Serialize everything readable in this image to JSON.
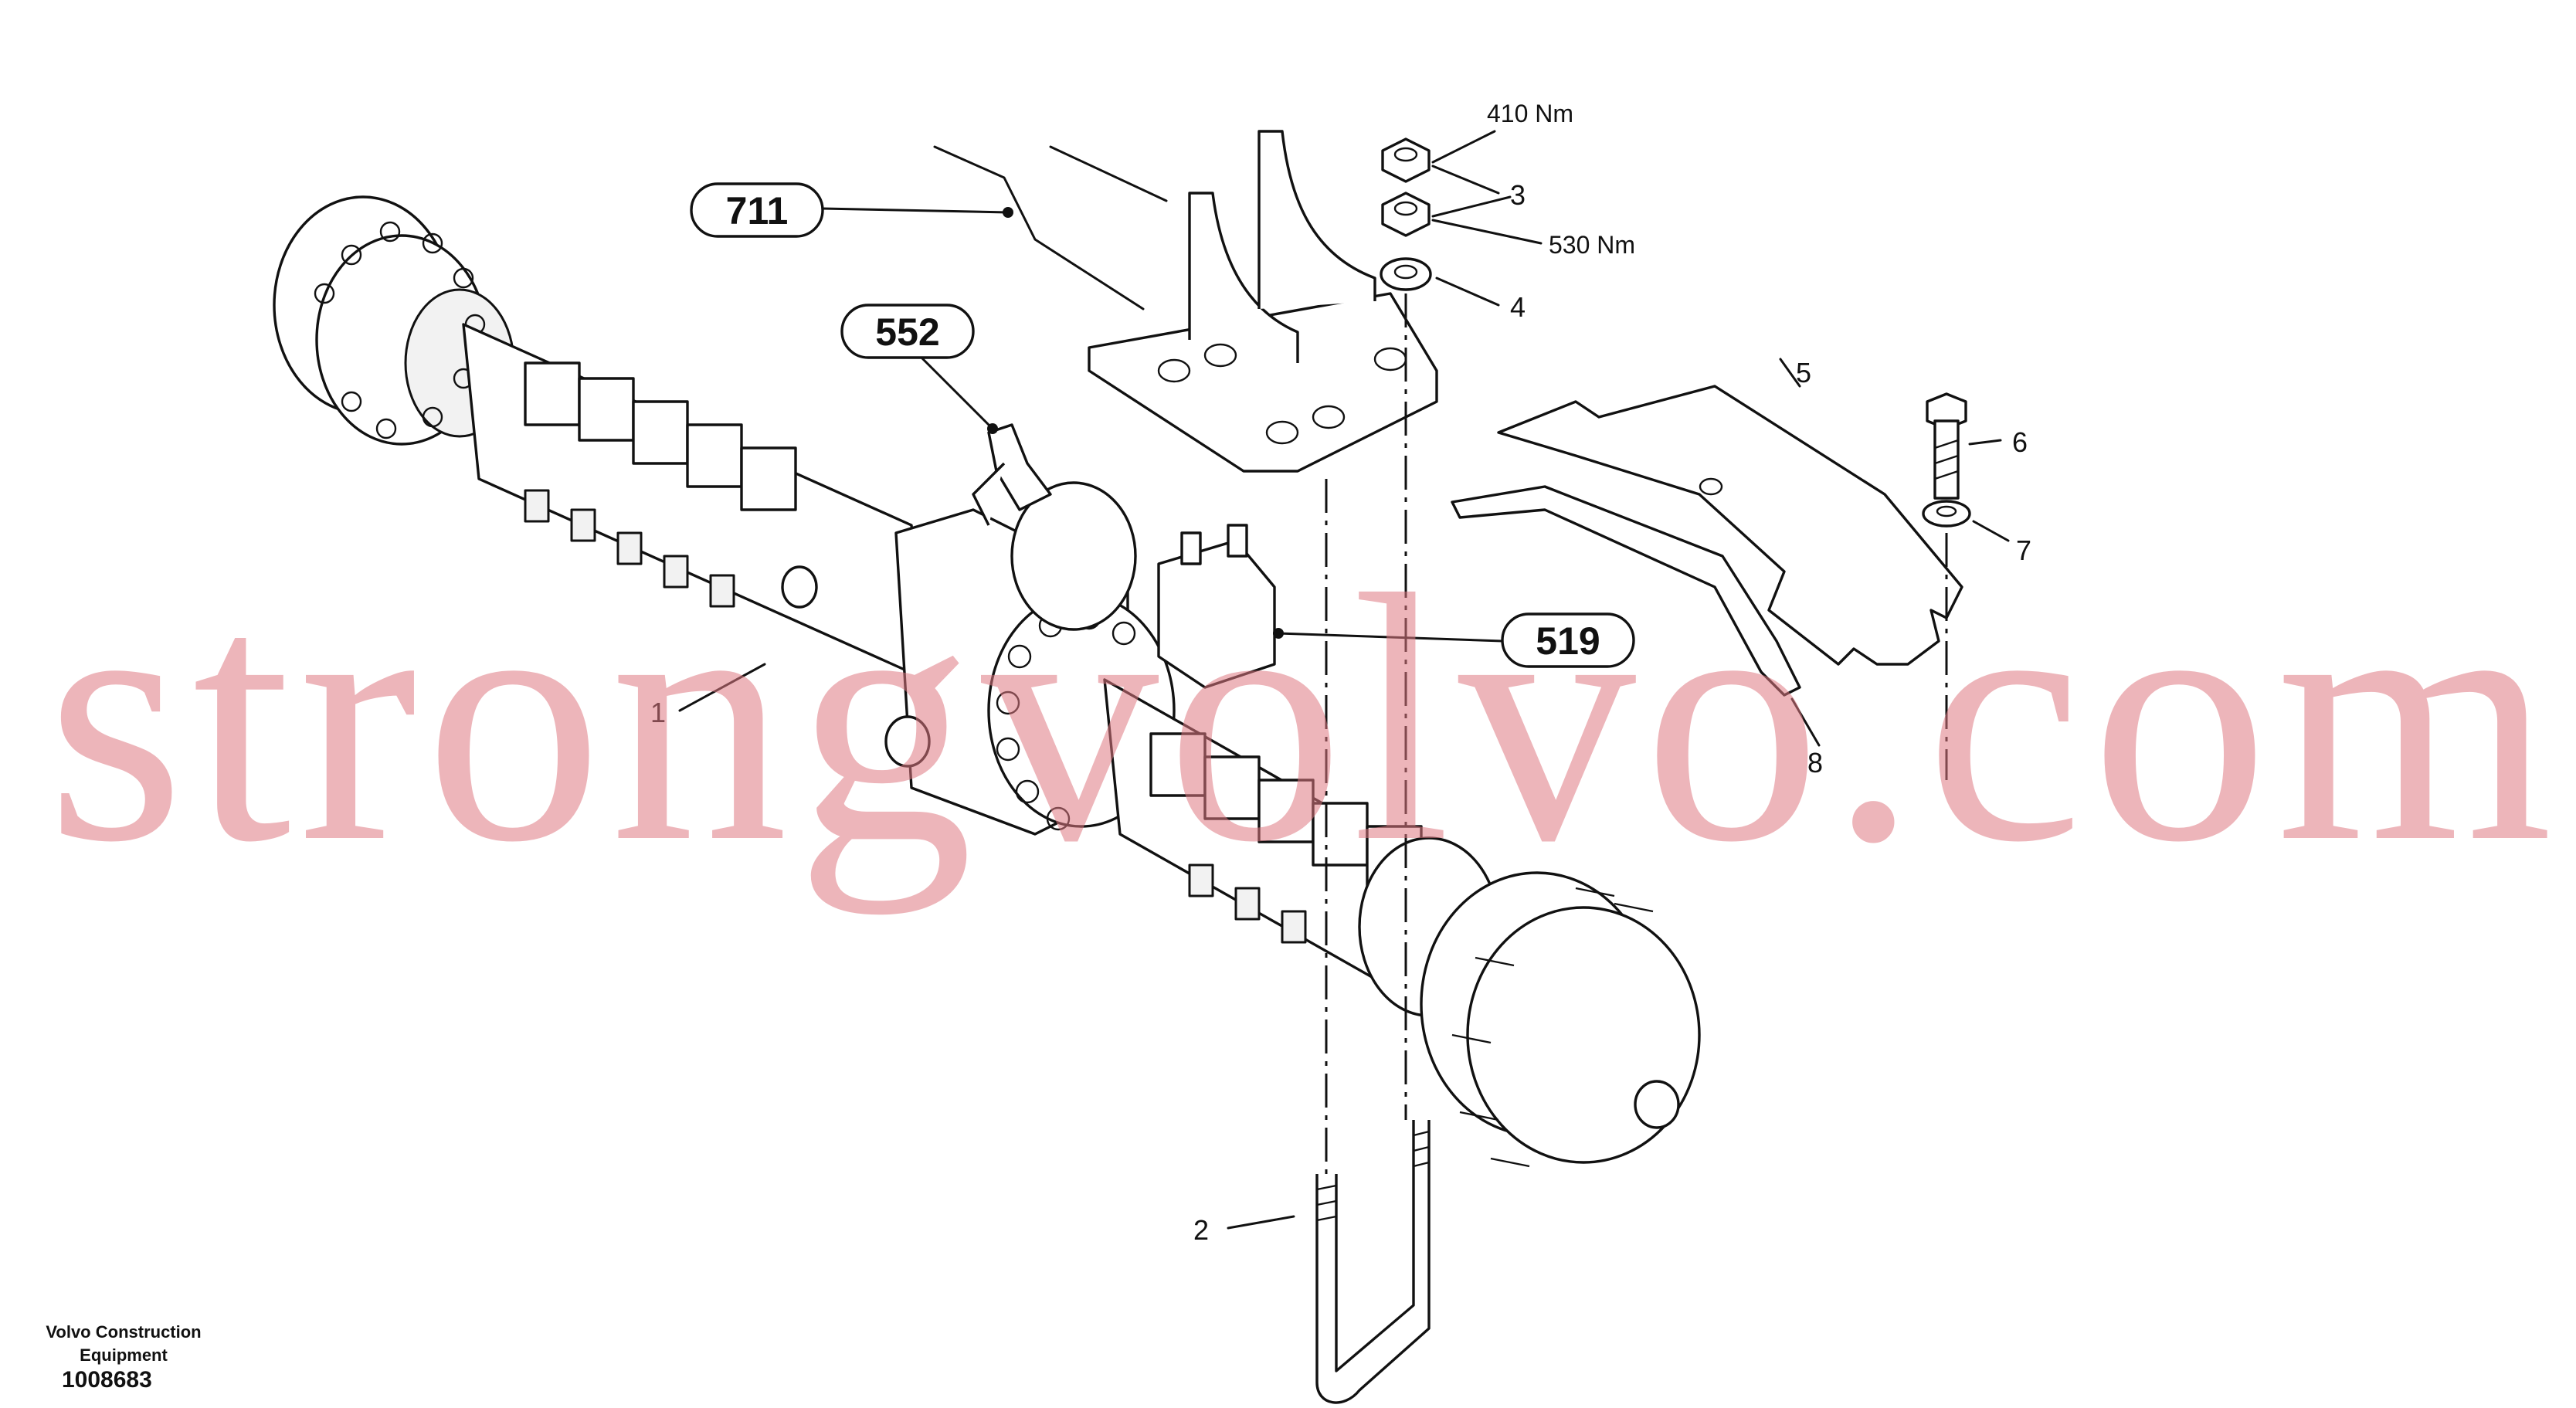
{
  "refs": {
    "r711": "711",
    "r552": "552",
    "r519": "519"
  },
  "items": {
    "i1": "1",
    "i2": "2",
    "i3": "3",
    "i4": "4",
    "i5": "5",
    "i6": "6",
    "i7": "7",
    "i8": "8"
  },
  "torques": {
    "t1": "410  Nm",
    "t2": "530  Nm"
  },
  "watermark": "strongvolvo.com",
  "footer": {
    "company_line1": "Volvo Construction",
    "company_line2": "Equipment",
    "doc_number": "1008683"
  }
}
